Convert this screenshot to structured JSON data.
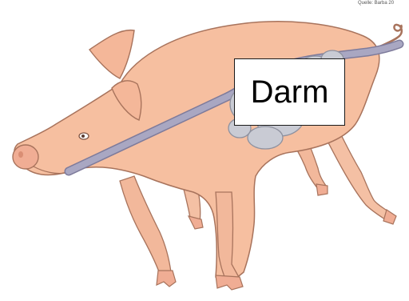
{
  "source_credit": "Quelle: Barba 20",
  "organ_label": "Darm",
  "colors": {
    "skin": "#f6bfa0",
    "skin_shadow": "#e8a083",
    "outline": "#a8735c",
    "tube": "#9d9bb8",
    "intestine": "#c7c9d3",
    "intestine_outline": "#8e919f"
  },
  "icons": [
    "pig-illustration",
    "digestive-tube",
    "intestine-coils"
  ]
}
